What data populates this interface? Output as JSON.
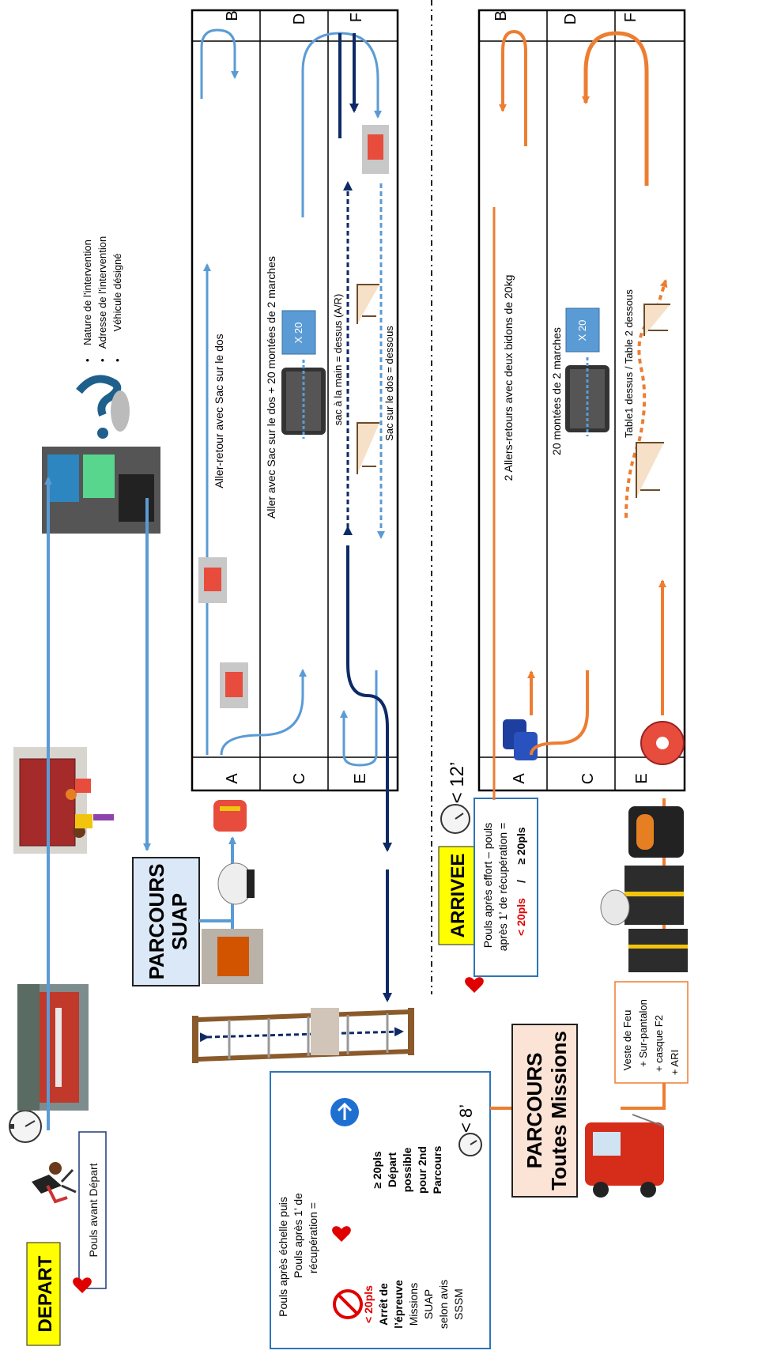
{
  "colors": {
    "blue": "#5b9bd5",
    "dark_blue": "#0d2a66",
    "orange": "#ed7d31",
    "yellow": "#ffff00",
    "red": "#e00000",
    "box_blue_bg": "#dbe8f7",
    "box_orange_bg": "#fbe3d6"
  },
  "start": {
    "label": "DEPART",
    "pulse_label": "Pouls avant Départ"
  },
  "briefing": {
    "items": [
      "Nature de l’intervention",
      "Adresse de l’intervention",
      "Véhicule désigné"
    ]
  },
  "suap": {
    "title_line1": "PARCOURS",
    "title_line2": "SUAP",
    "lane_letters": [
      "A",
      "B",
      "C",
      "D",
      "E",
      "F"
    ],
    "lane1_text": "Aller-retour avec Sac sur le dos",
    "lane2_text": "Aller avec Sac sur le dos + 20 montées de 2 marches",
    "lane2_badge": "X 20",
    "lane3_text_a": "sac à la main = dessus (A/R)",
    "lane3_text_b": "Sac sur le  dos = dessous"
  },
  "ladder_result": {
    "line1": "Pouls après échelle puis",
    "line2": "Pouls après 1’ de",
    "line3": "récupération =",
    "fail_threshold": "< 20pls",
    "fail_text": [
      "Arrêt de",
      "l’épreuve",
      "Missions",
      "SUAP",
      "selon avis",
      "SSSM"
    ],
    "pass_threshold": "≥ 20pls",
    "pass_text": [
      "Départ",
      "possible",
      "pour 2nd",
      "Parcours"
    ],
    "time_limit": "< 8’"
  },
  "finish": {
    "label": "ARRIVEE",
    "time_limit": "< 12’",
    "text_line1": "Pouls après effort – pouls",
    "text_line2": "après 1’ de récupération =",
    "fail": "< 20pls",
    "separator": "/",
    "pass": "≥ 20pls"
  },
  "all_missions": {
    "title_line1": "PARCOURS",
    "title_line2": "Toutes Missions",
    "equipment": [
      "Veste de Feu",
      "+ Sur-pantalon",
      "+ casque F2",
      "+ ARI"
    ],
    "lane_letters": [
      "A",
      "B",
      "C",
      "D",
      "E",
      "F"
    ],
    "lane1_text": "2 Allers-retours avec deux bidons de 20kg",
    "lane2_text": "20 montées de 2 marches",
    "lane2_badge": "X 20",
    "lane3_text": "Table1 dessus / Table 2 dessous"
  }
}
